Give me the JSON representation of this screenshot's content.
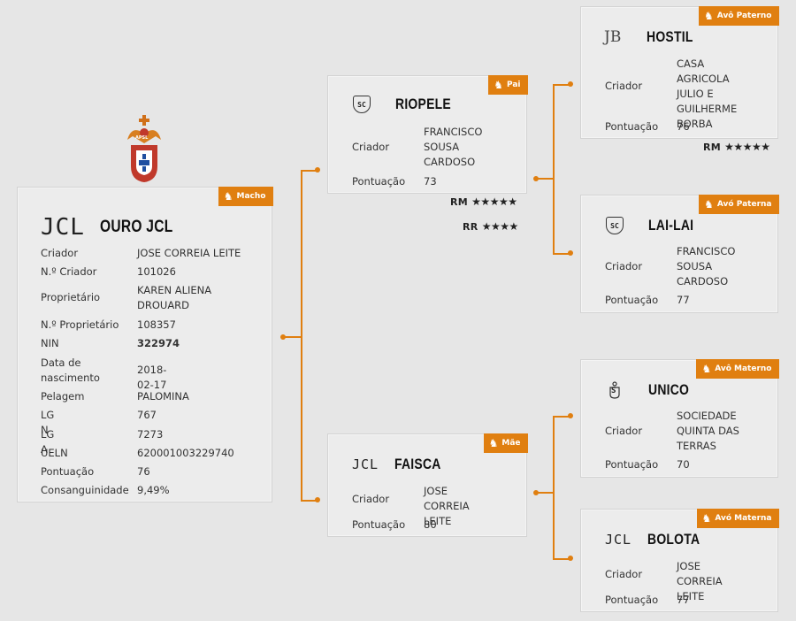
{
  "accent_color": "#e07f10",
  "logo": {
    "name": "apsl-crest",
    "text": "APSL"
  },
  "main": {
    "tag": "Macho",
    "mark": "JCL",
    "name": "OURO JCL",
    "fields": [
      {
        "label": "Criador",
        "value": "JOSE CORREIA LEITE"
      },
      {
        "label": "N.º Criador",
        "value": "101026"
      },
      {
        "label": "Proprietário",
        "value": "KAREN ALIENA DROUARD"
      },
      {
        "label": "N.º Proprietário",
        "value": "108357"
      },
      {
        "label": "NIN",
        "value": "322974"
      },
      {
        "label": "Data de nascimento",
        "value": "2018-02-17"
      },
      {
        "label": "Pelagem",
        "value": "PALOMINA"
      },
      {
        "label": "LG N",
        "value": "767"
      },
      {
        "label": "LG A",
        "value": "7273"
      },
      {
        "label": "UELN",
        "value": "620001003229740"
      },
      {
        "label": "Pontuação",
        "value": "76"
      },
      {
        "label": "Consanguinidade",
        "value": "9,49%"
      }
    ]
  },
  "sire": {
    "tag": "Pai",
    "mark": "SC",
    "name": "RIOPELE",
    "criador_label": "Criador",
    "criador": "FRANCISCO SOUSA CARDOSO",
    "pontuacao_label": "Pontuação",
    "pontuacao": "73",
    "ratings": [
      {
        "code": "RM",
        "stars": "★★★★★"
      },
      {
        "code": "RR",
        "stars": "★★★★"
      }
    ]
  },
  "dam": {
    "tag": "Mãe",
    "mark": "JCL",
    "name": "FAISCA",
    "criador_label": "Criador",
    "criador": "JOSE CORREIA LEITE",
    "pontuacao_label": "Pontuação",
    "pontuacao": "80"
  },
  "pat_grandsire": {
    "tag": "Avô Paterno",
    "mark": "JB",
    "name": "HOSTIL",
    "criador_label": "Criador",
    "criador": "CASA AGRICOLA JULIO E GUILHERME BORBA",
    "pontuacao_label": "Pontuação",
    "pontuacao": "76",
    "rating": {
      "code": "RM",
      "stars": "★★★★★"
    }
  },
  "pat_granddam": {
    "tag": "Avó Paterna",
    "mark": "SC",
    "name": "LAI-LAI",
    "criador_label": "Criador",
    "criador": "FRANCISCO SOUSA CARDOSO",
    "pontuacao_label": "Pontuação",
    "pontuacao": "77"
  },
  "mat_grandsire": {
    "tag": "Avô Materno",
    "mark": "S",
    "name": "UNICO",
    "criador_label": "Criador",
    "criador": "SOCIEDADE QUINTA DAS TERRAS",
    "pontuacao_label": "Pontuação",
    "pontuacao": "70"
  },
  "mat_granddam": {
    "tag": "Avó Materna",
    "mark": "JCL",
    "name": "BOLOTA",
    "criador_label": "Criador",
    "criador": "JOSE CORREIA LEITE",
    "pontuacao_label": "Pontuação",
    "pontuacao": "77"
  }
}
